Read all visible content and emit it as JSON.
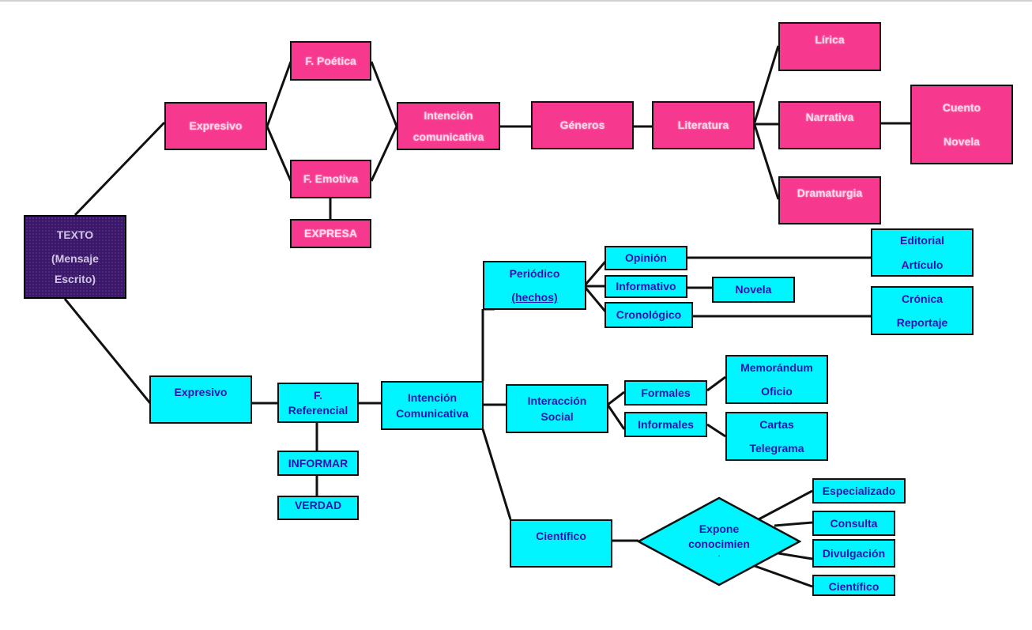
{
  "nodes": {
    "root": {
      "line1": "TEXTO",
      "line2": "(Mensaje",
      "line3": "Escrito)"
    },
    "pink_expresivo": "Expresivo",
    "f_poetica": "F. Poética",
    "f_emotiva": "F. Emotiva",
    "expresa": "EXPRESA",
    "pink_intencion": {
      "line1": "Intención",
      "line2": "comunicativa"
    },
    "generos": "Géneros",
    "literatura": "Literatura",
    "lirica": "Lírica",
    "narrativa": "Narrativa",
    "dramaturgia": "Dramaturgia",
    "cuento_novela": {
      "line1": "Cuento",
      "line2": "Novela"
    },
    "cyan_expresivo": "Expresivo",
    "f_referencial": {
      "line1": "F.",
      "line2": "Referencial"
    },
    "informar": "INFORMAR",
    "verdad": "VERDAD",
    "cyan_intencion": {
      "line1": "Intención",
      "line2": "Comunicativa"
    },
    "periodico": {
      "line1": "Periódico",
      "line2": "(hechos)"
    },
    "opinion": "Opinión",
    "informativo": "Informativo",
    "cronologico": "Cronológico",
    "novela": "Novela",
    "editorial_articulo": {
      "line1": "Editorial",
      "line2": "Artículo"
    },
    "cronica_reportaje": {
      "line1": "Crónica",
      "line2": "Reportaje"
    },
    "interaccion_social": {
      "line1": "Interacción",
      "line2": "Social"
    },
    "formales": "Formales",
    "informales": "Informales",
    "memorandum_oficio": {
      "line1": "Memorándum",
      "line2": "Oficio"
    },
    "cartas_telegrama": {
      "line1": "Cartas",
      "line2": "Telegrama"
    },
    "cientifico": "Científico",
    "expone": {
      "line1": "Expone",
      "line2": "conocimien",
      "line3": "."
    },
    "especializado": "Especializado",
    "consulta": "Consulta",
    "divulgacion": "Divulgación",
    "cientifico_small": "Científico"
  },
  "colors": {
    "pink": "#f7388f",
    "cyan": "#00f5ff",
    "root": "#3b1768",
    "text_blue": "#2a14b0"
  }
}
